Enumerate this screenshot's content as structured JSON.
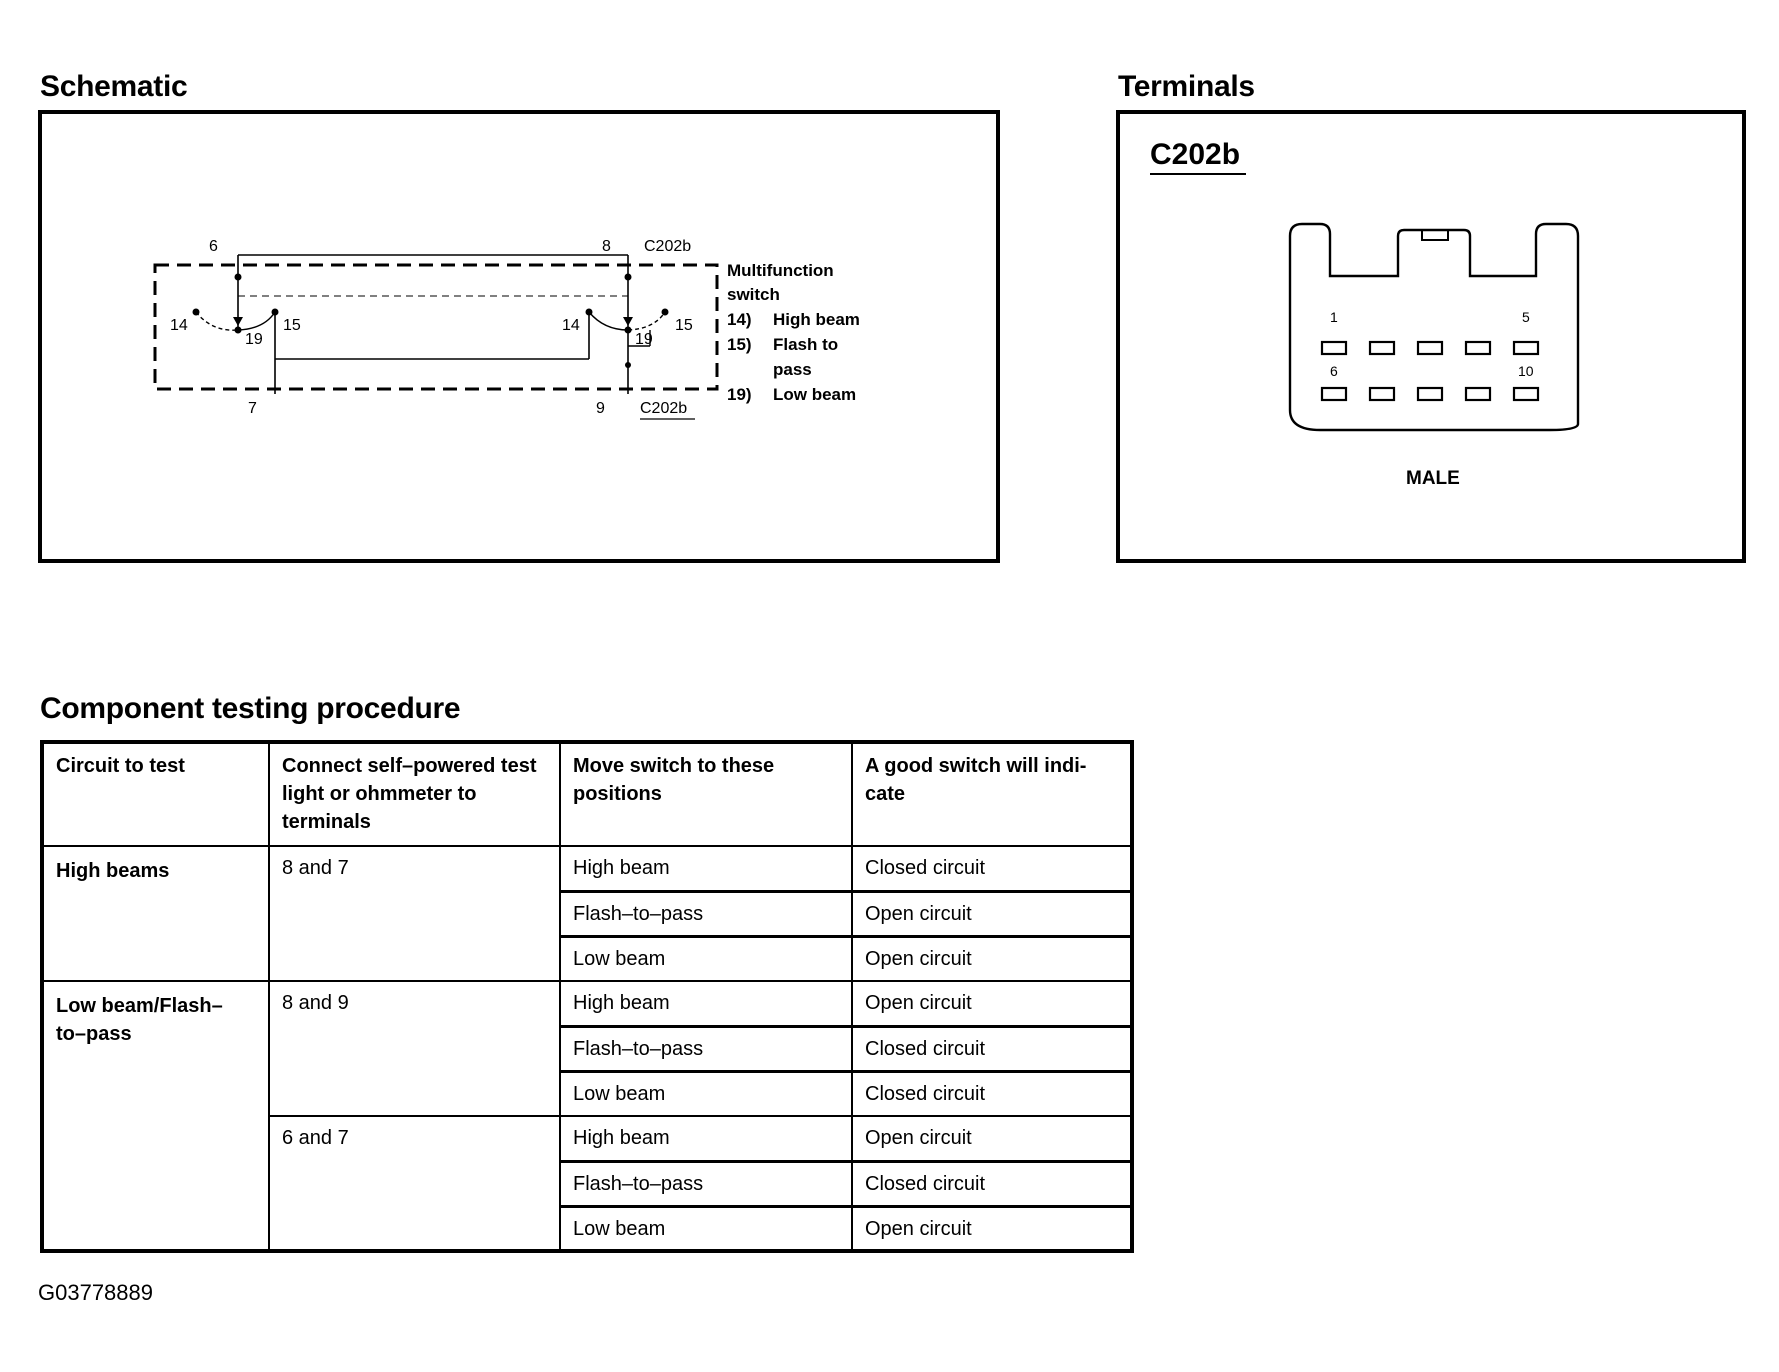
{
  "schematic": {
    "title": "Schematic",
    "pin_top_left": "6",
    "pin_top_right": "8",
    "connector_top": "C202b",
    "pin_bottom_left": "7",
    "pin_bottom_right": "9",
    "connector_bottom": "C202b",
    "left_switch": {
      "a": "14",
      "b": "19",
      "c": "15"
    },
    "right_switch": {
      "a": "14",
      "b": "19",
      "c": "15"
    },
    "legend": {
      "line1": "Multifunction",
      "line2": "switch",
      "item1_num": "14)",
      "item1_text": "High beam",
      "item2_num": "15)",
      "item2_text": "Flash to",
      "item2_text2": "pass",
      "item3_num": "19)",
      "item3_text": "Low beam"
    }
  },
  "terminals": {
    "title": "Terminals",
    "connector": "C202b",
    "pin_1": "1",
    "pin_5": "5",
    "pin_6": "6",
    "pin_10": "10",
    "gender": "MALE"
  },
  "procedure": {
    "title": "Component testing procedure",
    "headers": {
      "circuit": "Circuit to test",
      "connect": "Connect self–powered test light or ohmmeter to terminals",
      "move": "Move switch to these positions",
      "indicate": "A good switch will indi- cate"
    },
    "groups": [
      {
        "circuit": "High beams",
        "terminals": "8 and 7",
        "rows": [
          {
            "position": "High beam",
            "result": "Closed circuit"
          },
          {
            "position": "Flash–to–pass",
            "result": "Open circuit"
          },
          {
            "position": "Low beam",
            "result": "Open circuit"
          }
        ]
      },
      {
        "circuit": "Low beam/Flash– to–pass",
        "terminals": "8 and 9",
        "rows": [
          {
            "position": "High beam",
            "result": "Open circuit"
          },
          {
            "position": "Flash–to–pass",
            "result": "Closed circuit"
          },
          {
            "position": "Low beam",
            "result": "Closed circuit"
          }
        ]
      },
      {
        "circuit": "",
        "terminals": "6 and 7",
        "rows": [
          {
            "position": "High beam",
            "result": "Open circuit"
          },
          {
            "position": "Flash–to–pass",
            "result": "Closed circuit"
          },
          {
            "position": "Low beam",
            "result": "Open circuit"
          }
        ]
      }
    ]
  },
  "figure_id": "G03778889"
}
